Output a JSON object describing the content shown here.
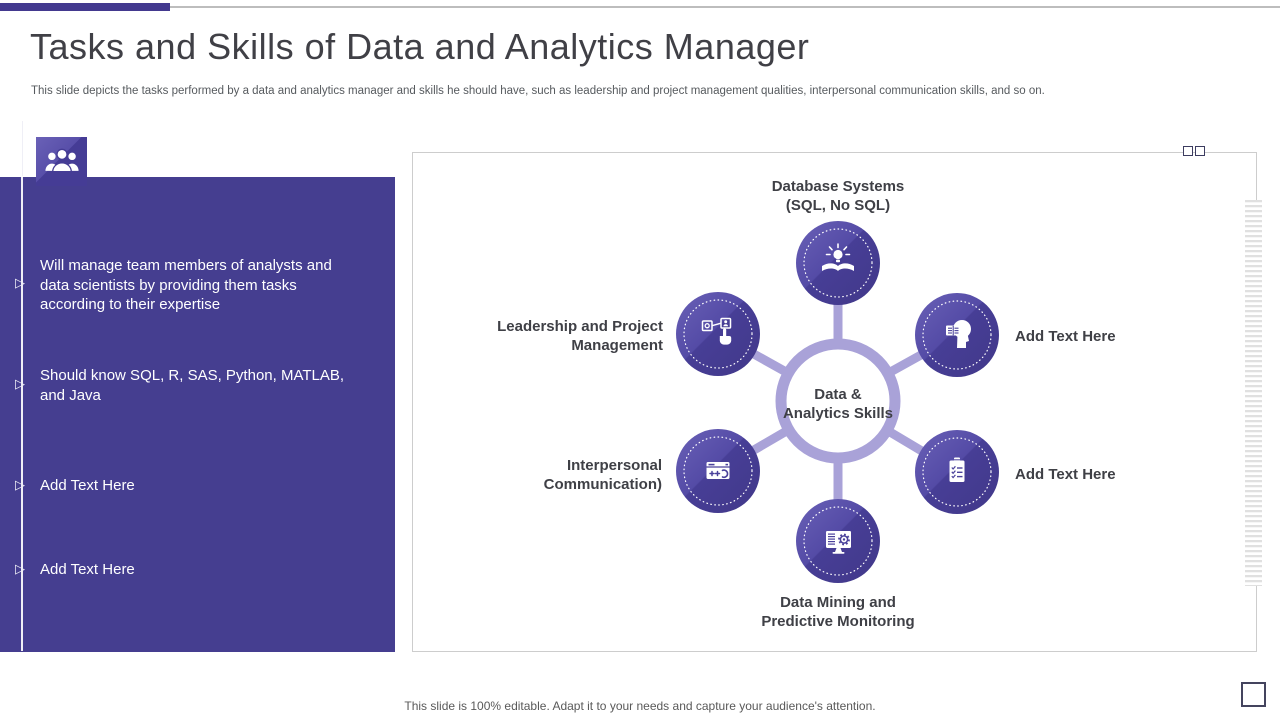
{
  "slide": {
    "title": "Tasks and Skills of Data and Analytics Manager",
    "subtitle": "This slide depicts the tasks performed by a data and analytics manager and skills he should have, such as leadership and project management qualities, interpersonal communication skills, and so on.",
    "footer": "This slide is 100% editable. Adapt it to your needs and capture your audience's attention."
  },
  "colors": {
    "accent_purple": "#453e90",
    "node_purple": "#4b429b",
    "ring_lilac": "#a9a2d8",
    "label_gray": "#3f4046"
  },
  "left_panel": {
    "icon": "team-icon",
    "bullets": [
      "Will manage team members of analysts and data scientists by providing them tasks according to their expertise",
      "Should know SQL, R, SAS, Python, MATLAB, and Java",
      "Add Text Here",
      "Add Text Here"
    ]
  },
  "diagram": {
    "center": {
      "line1": "Data &",
      "line2": "Analytics Skills"
    },
    "nodes": [
      {
        "position": "top",
        "icon": "idea-book-icon",
        "label_line1": "Database Systems",
        "label_line2": "(SQL, No SQL)"
      },
      {
        "position": "left-top",
        "icon": "task-hand-icon",
        "label_line1": "Leadership and Project",
        "label_line2": "Management"
      },
      {
        "position": "right-top",
        "icon": "head-book-icon",
        "label_line1": "Add Text Here",
        "label_line2": ""
      },
      {
        "position": "left-bottom",
        "icon": "chat-window-icon",
        "label_line1": "Interpersonal",
        "label_line2": "Communication)"
      },
      {
        "position": "right-bottom",
        "icon": "clipboard-check-icon",
        "label_line1": "Add Text Here",
        "label_line2": ""
      },
      {
        "position": "bottom",
        "icon": "monitor-gear-icon",
        "label_line1": "Data Mining and",
        "label_line2": "Predictive Monitoring"
      }
    ]
  }
}
